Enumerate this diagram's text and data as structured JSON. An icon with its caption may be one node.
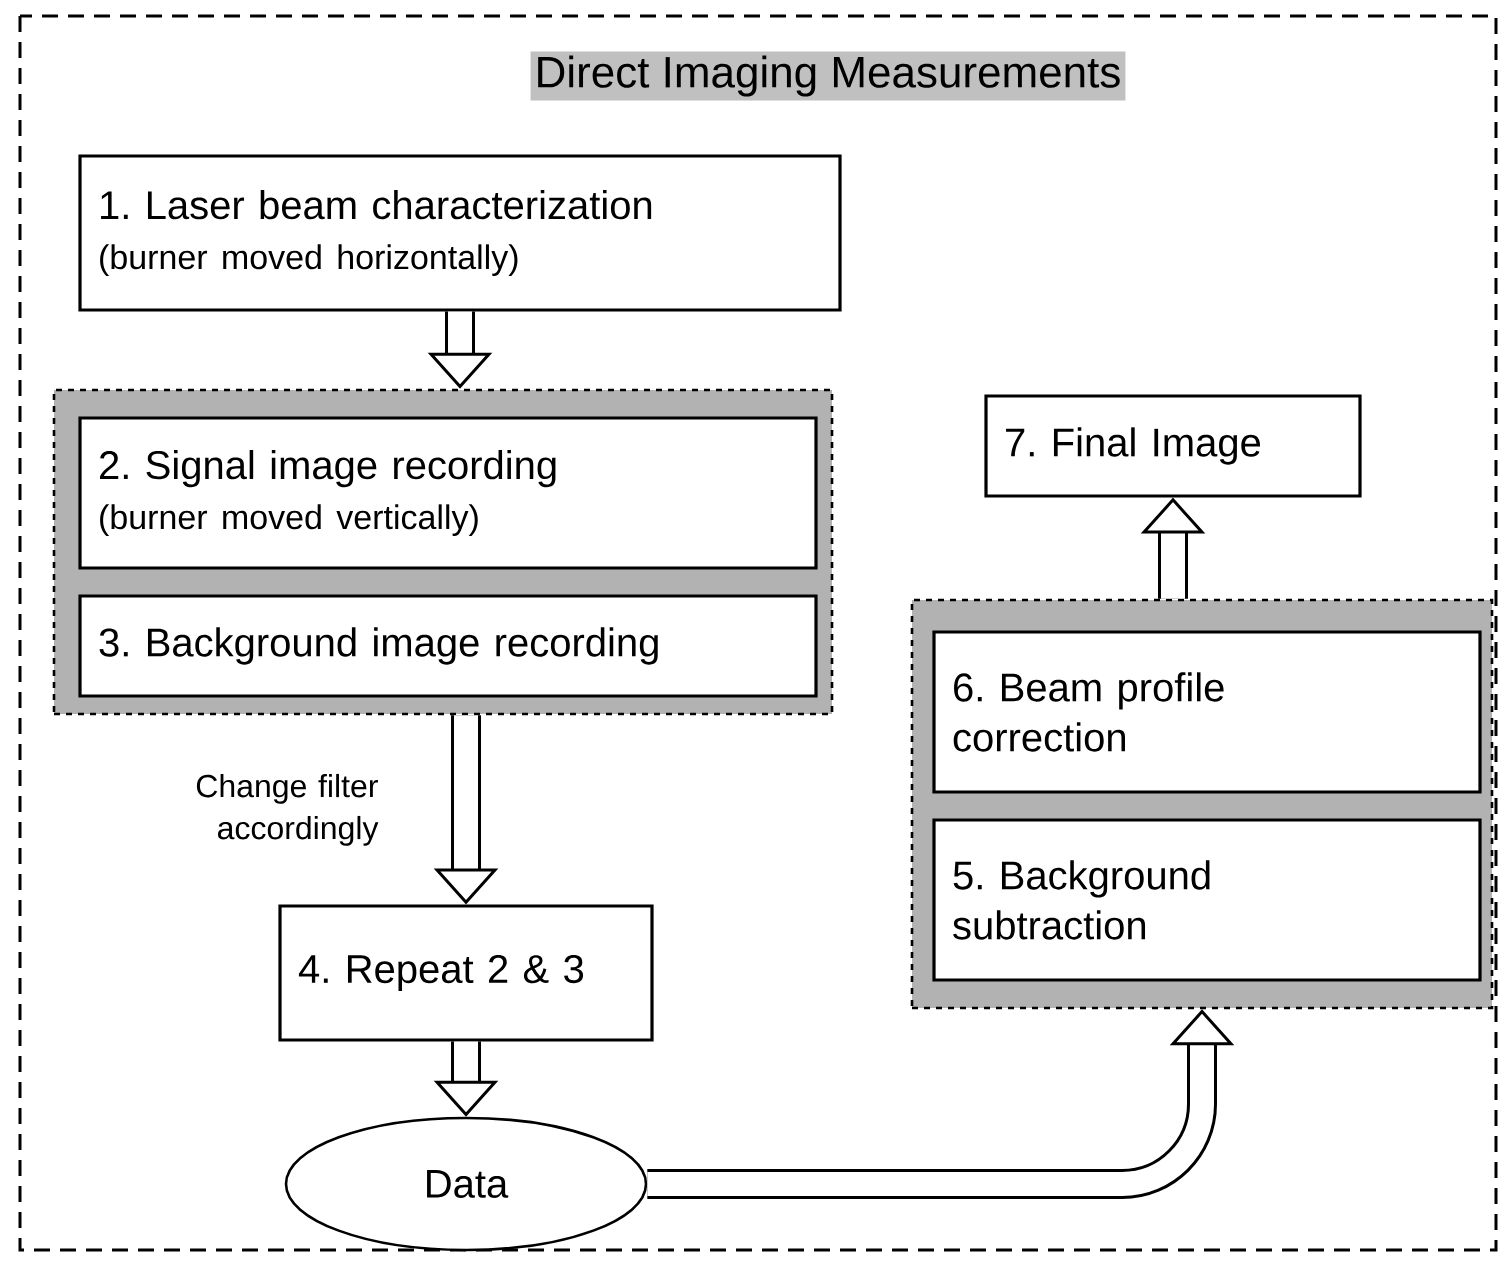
{
  "diagram": {
    "title": "Direct Imaging Measurements",
    "nodes": [
      {
        "text": [],
        "shape": "box"
      },
      {
        "text": [
          "1. Laser beam characterization",
          "(burner moved horizontally)"
        ]
      },
      {
        "text": [
          "2. Signal image recording",
          "(burner moved vertically)"
        ],
        "in": 0
      },
      {
        "text": [
          "3. Background image recording"
        ],
        "in": 0
      },
      {
        "text": [
          "4. Repeat 2 & 3"
        ]
      },
      {
        "text": [
          "Data"
        ]
      },
      {
        "text": [],
        "shape": "box"
      },
      {
        "text": [
          "6. Beam profile correction"
        ],
        "in": 6
      },
      {
        "text": [
          "5. Background subtraction"
        ],
        "in": 6
      },
      {
        "text": [
          "7. Final Image"
        ]
      }
    ],
    "edges": [
      {
        "from": 1,
        "to": 0,
        "arrow": "to"
      },
      {
        "from": 0,
        "to": 4,
        "arrow": "to",
        "label": "Change filter accordingly"
      },
      {
        "from": 4,
        "to": 5,
        "arrow": "to"
      },
      {
        "from": 5,
        "to": 6,
        "arrow": "to"
      },
      {
        "from": 6,
        "to": 9,
        "arrow": "to"
      }
    ]
  }
}
